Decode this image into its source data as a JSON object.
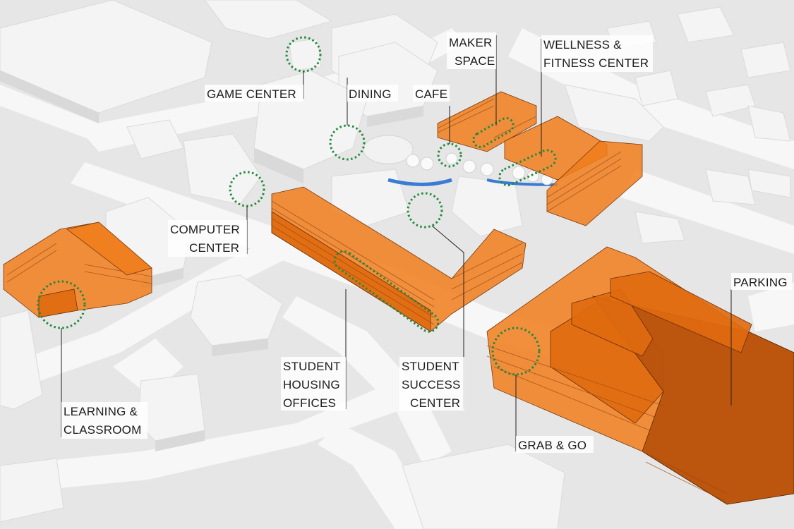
{
  "labels": {
    "game_center": "GAME CENTER",
    "dining": "DINING",
    "cafe": "CAFE",
    "maker_space_1": "MAKER",
    "maker_space_2": "SPACE",
    "wellness_1": "WELLNESS &",
    "wellness_2": "FITNESS CENTER",
    "computer_center_1": "COMPUTER",
    "computer_center_2": "CENTER",
    "parking": "PARKING",
    "student_housing_1": "STUDENT",
    "student_housing_2": "HOUSING",
    "student_housing_3": "OFFICES",
    "student_success_1": "STUDENT",
    "student_success_2": "SUCCESS",
    "student_success_3": "CENTER",
    "learning_1": "LEARNING &",
    "learning_2": "CLASSROOM",
    "grab_go": "GRAB & GO"
  },
  "colors": {
    "building_highlight": "#f07c1c",
    "marker_ring": "#1f8a3a",
    "water": "#3a7bd5",
    "ground": "#e9e9e9"
  }
}
